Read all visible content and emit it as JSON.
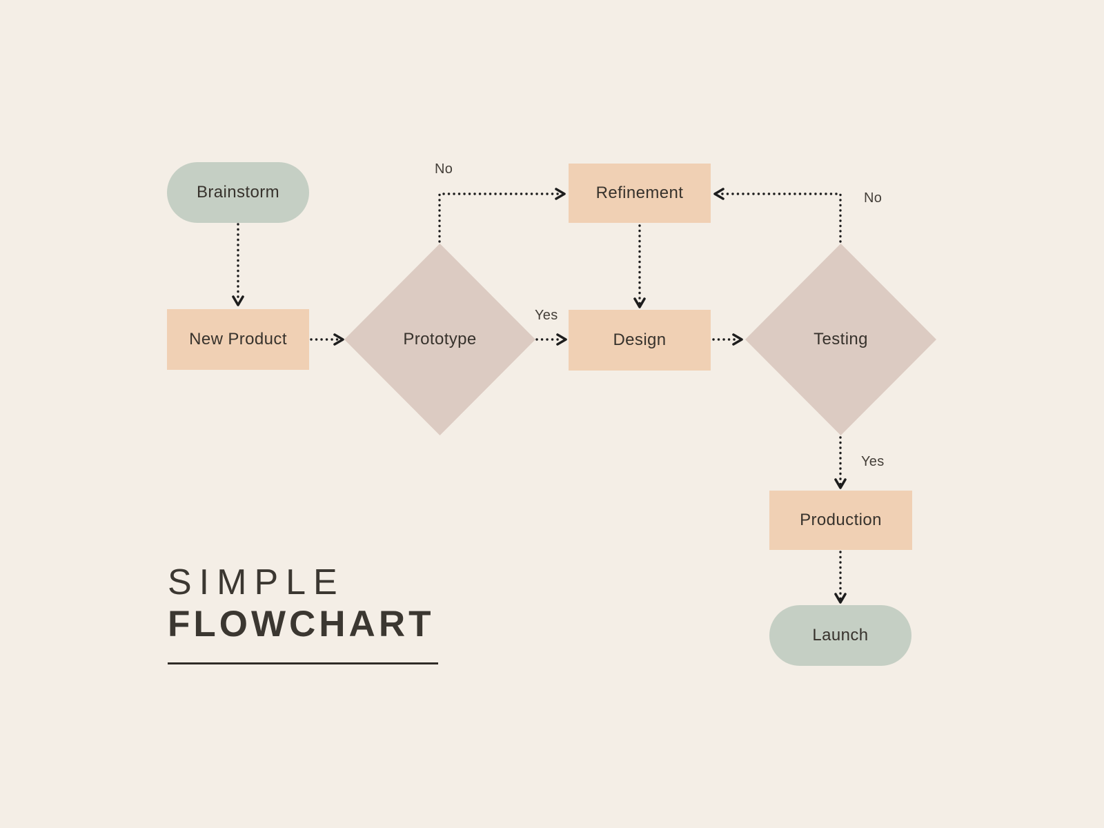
{
  "title": {
    "line1": "SIMPLE",
    "line2": "FLOWCHART"
  },
  "nodes": [
    {
      "id": "brainstorm",
      "label": "Brainstorm",
      "shape": "pill",
      "fill": "#c5cfc4"
    },
    {
      "id": "new-product",
      "label": "New Product",
      "shape": "rectangle",
      "fill": "#f0d0b4"
    },
    {
      "id": "prototype",
      "label": "Prototype",
      "shape": "diamond",
      "fill": "#dccbc2"
    },
    {
      "id": "refinement",
      "label": "Refinement",
      "shape": "rectangle",
      "fill": "#f0d0b4"
    },
    {
      "id": "design",
      "label": "Design",
      "shape": "rectangle",
      "fill": "#f0d0b4"
    },
    {
      "id": "testing",
      "label": "Testing",
      "shape": "diamond",
      "fill": "#dccbc2"
    },
    {
      "id": "production",
      "label": "Production",
      "shape": "rectangle",
      "fill": "#f0d0b4"
    },
    {
      "id": "launch",
      "label": "Launch",
      "shape": "pill",
      "fill": "#c5cfc4"
    }
  ],
  "edges": [
    {
      "from": "brainstorm",
      "to": "new-product",
      "label": ""
    },
    {
      "from": "new-product",
      "to": "prototype",
      "label": ""
    },
    {
      "from": "prototype",
      "to": "refinement",
      "label": "No"
    },
    {
      "from": "prototype",
      "to": "design",
      "label": "Yes"
    },
    {
      "from": "refinement",
      "to": "design",
      "label": ""
    },
    {
      "from": "design",
      "to": "testing",
      "label": ""
    },
    {
      "from": "testing",
      "to": "refinement",
      "label": "No"
    },
    {
      "from": "testing",
      "to": "production",
      "label": "Yes"
    },
    {
      "from": "production",
      "to": "launch",
      "label": ""
    }
  ],
  "colors": {
    "bg": "#f4eee6",
    "node-sage": "#c5cfc4",
    "node-peach": "#f0d0b4",
    "node-mauve": "#dccbc2",
    "node-text": "#37322c",
    "label-text": "#433e38",
    "connector": "#1d1d1d",
    "title-text": "#3b3731",
    "underline": "#2f2b27"
  }
}
